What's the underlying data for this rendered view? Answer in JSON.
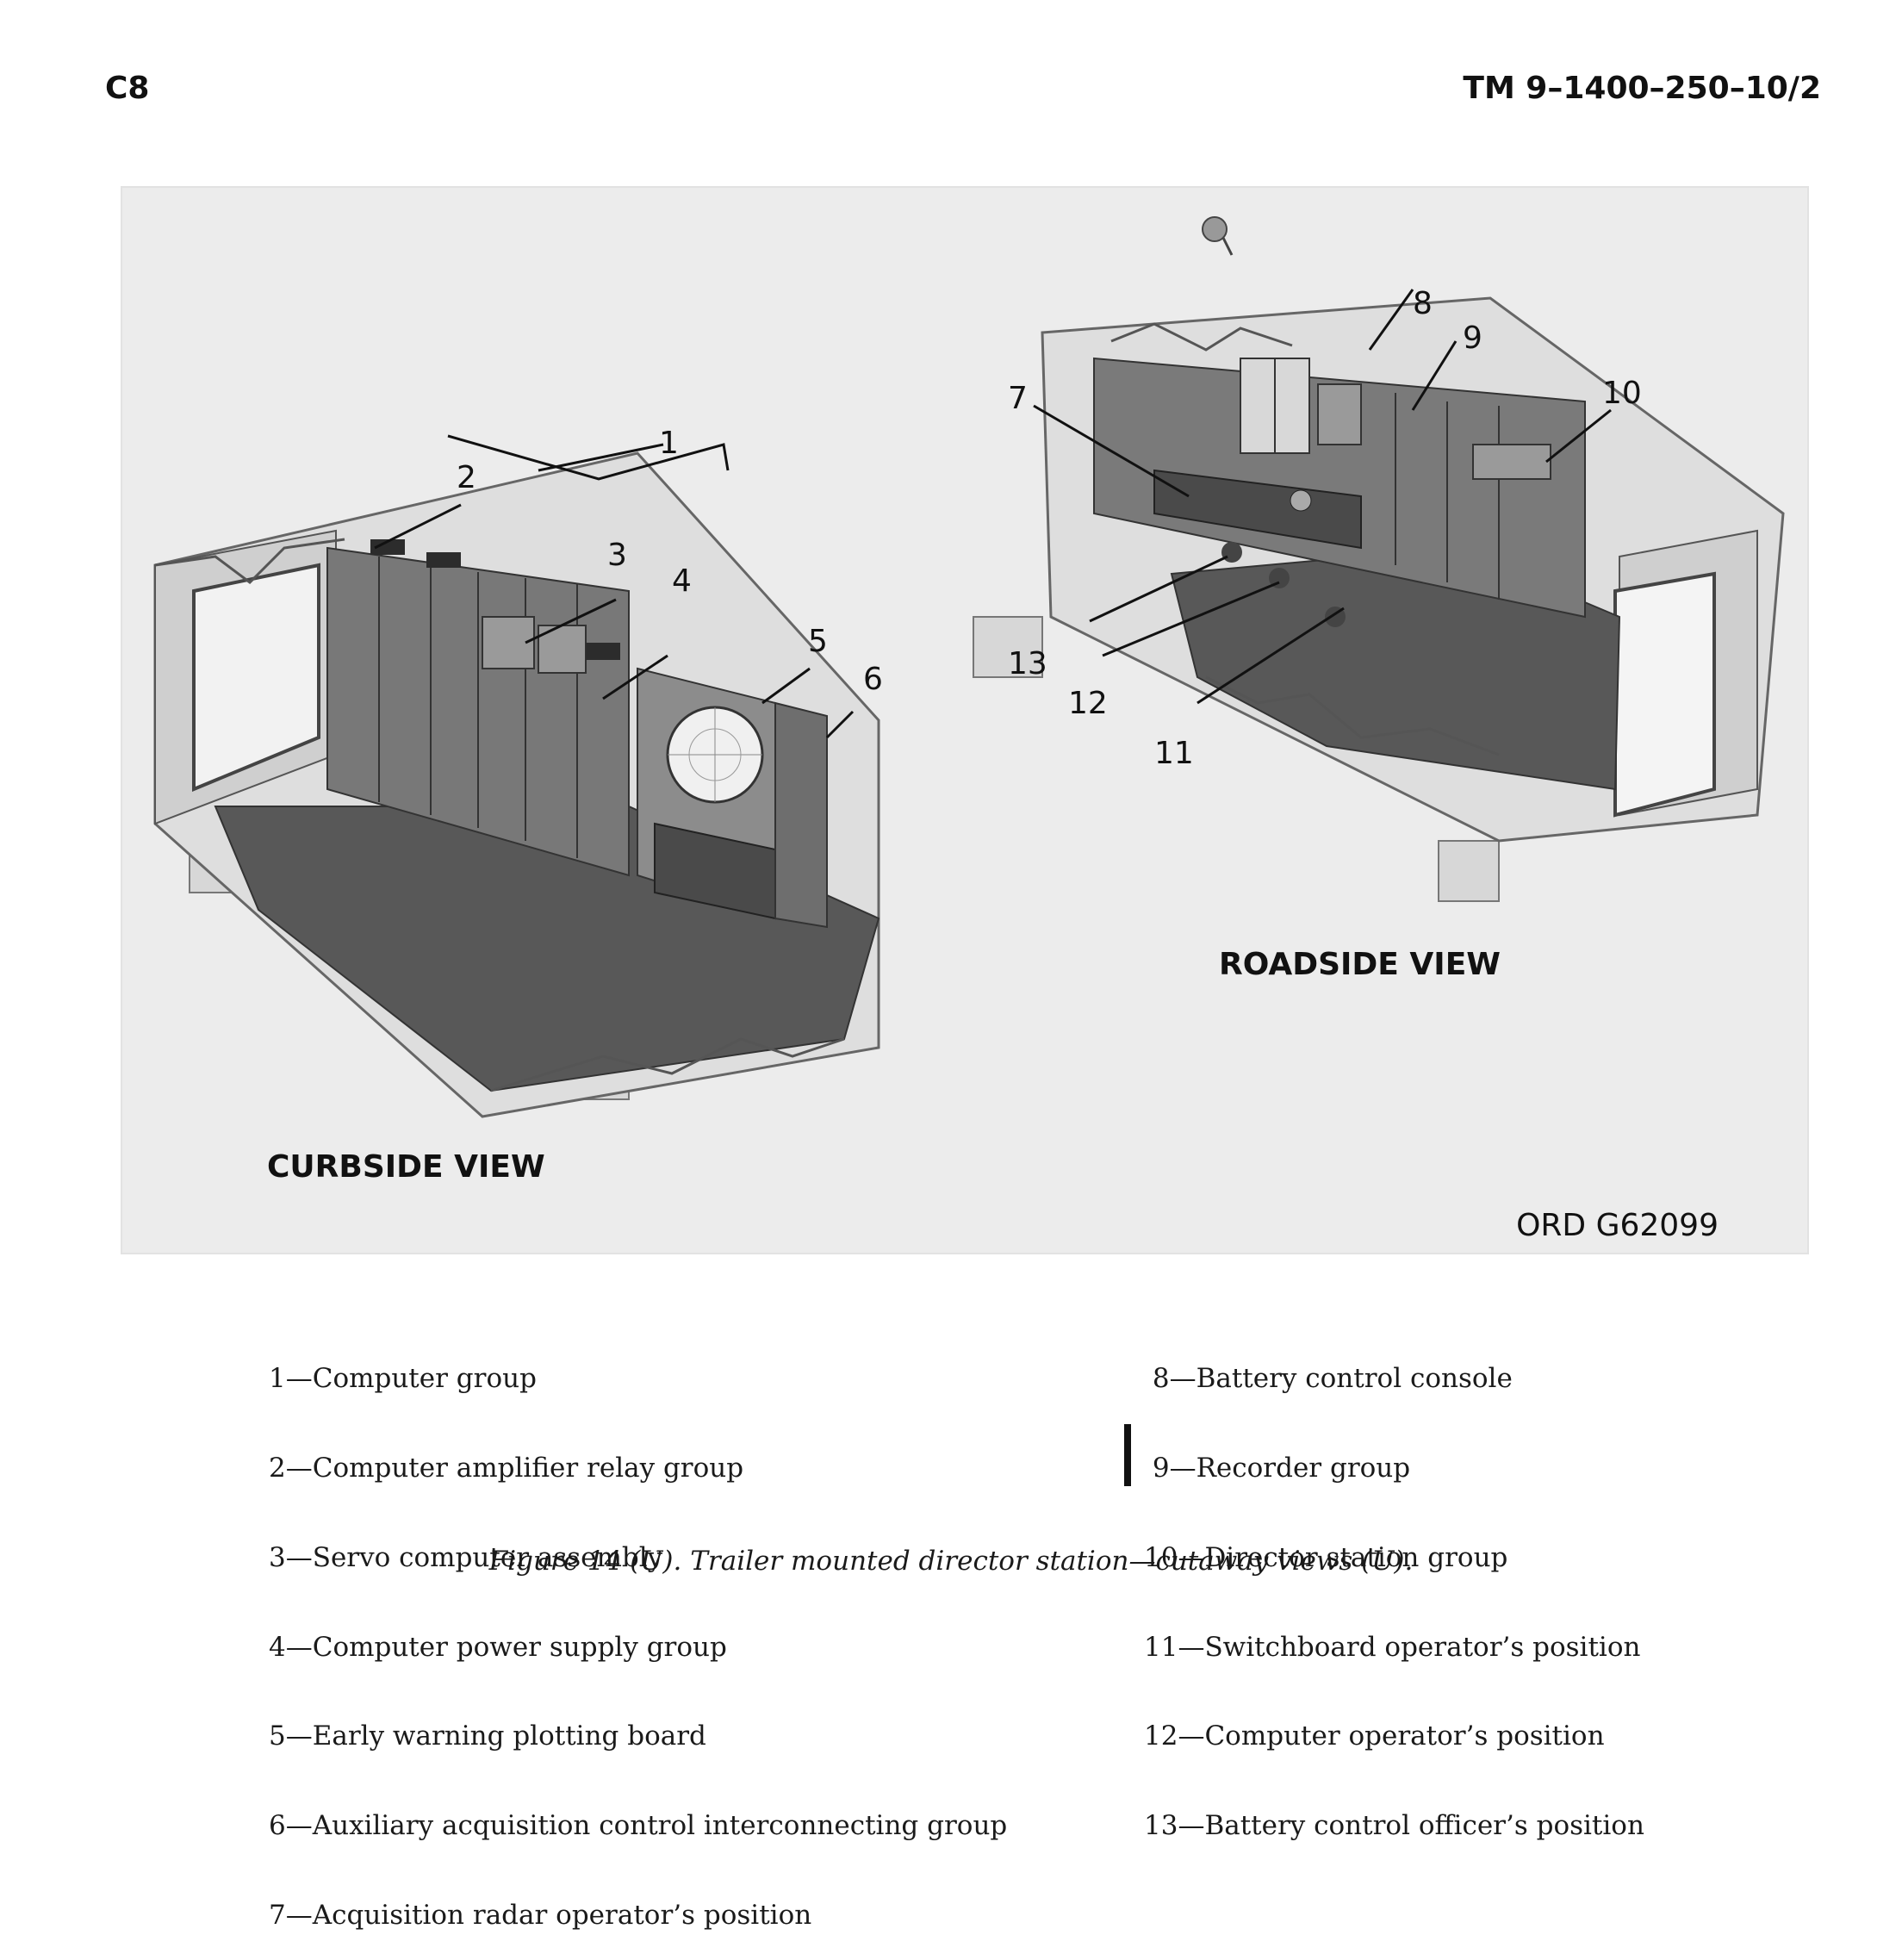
{
  "header": {
    "page_label": "C8",
    "tm_number": "TM 9–1400–250–10/2"
  },
  "figure": {
    "curbside_title": "CURBSIDE VIEW",
    "roadside_title": "ROADSIDE VIEW",
    "ord_number": "ORD G62099",
    "callouts": [
      "1",
      "2",
      "3",
      "4",
      "5",
      "6",
      "7",
      "8",
      "9",
      "10",
      "11",
      "12",
      "13"
    ]
  },
  "legend": {
    "left": [
      "1—Computer group",
      "2—Computer amplifier relay group",
      "3—Servo computer assembly",
      "4—Computer power supply group",
      "5—Early warning plotting board",
      "6—Auxiliary acquisition control interconnecting group",
      "7—Acquisition radar operator’s position"
    ],
    "right": [
      " 8—Battery control console",
      " 9—Recorder group",
      "10—Director station group",
      "11—Switchboard operator’s position",
      "12—Computer operator’s position",
      "13—Battery control officer’s position"
    ]
  },
  "caption": "Figure 14 (U). Trailer mounted director station—cutaway views (U)."
}
